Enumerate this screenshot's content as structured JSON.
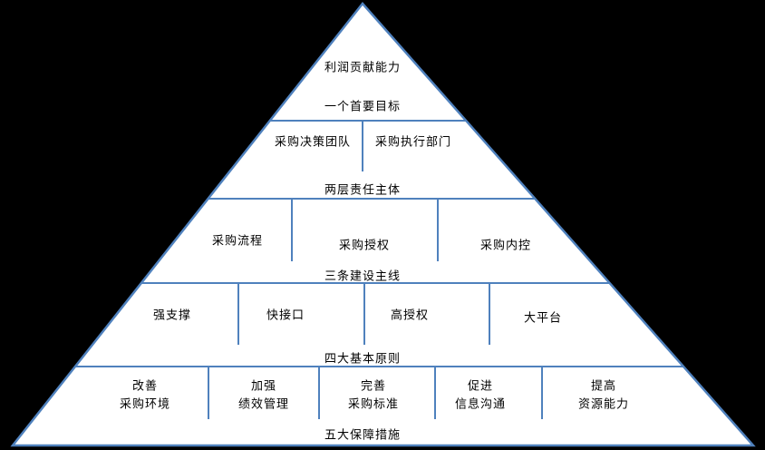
{
  "diagram": {
    "type": "pyramid",
    "background_color": "#000000",
    "pyramid_fill_color": "#ffffff",
    "line_color": "#4f81bd",
    "text_color": "#000000",
    "levels": [
      {
        "cells": [
          "利润贡献能力"
        ],
        "label": "一个首要目标"
      },
      {
        "cells": [
          "采购决策团队",
          "采购执行部门"
        ],
        "label": "两层责任主体"
      },
      {
        "cells": [
          "采购流程",
          "采购授权",
          "采购内控"
        ],
        "label": "三条建设主线"
      },
      {
        "cells": [
          "强支撑",
          "快接口",
          "高授权",
          "大平台"
        ],
        "label": "四大基本原则"
      },
      {
        "cells": [
          "改善\n采购环境",
          "加强\n绩效管理",
          "完善\n采购标准",
          "促进\n信息沟通",
          "提高\n资源能力"
        ],
        "label": "五大保障措施"
      }
    ]
  }
}
